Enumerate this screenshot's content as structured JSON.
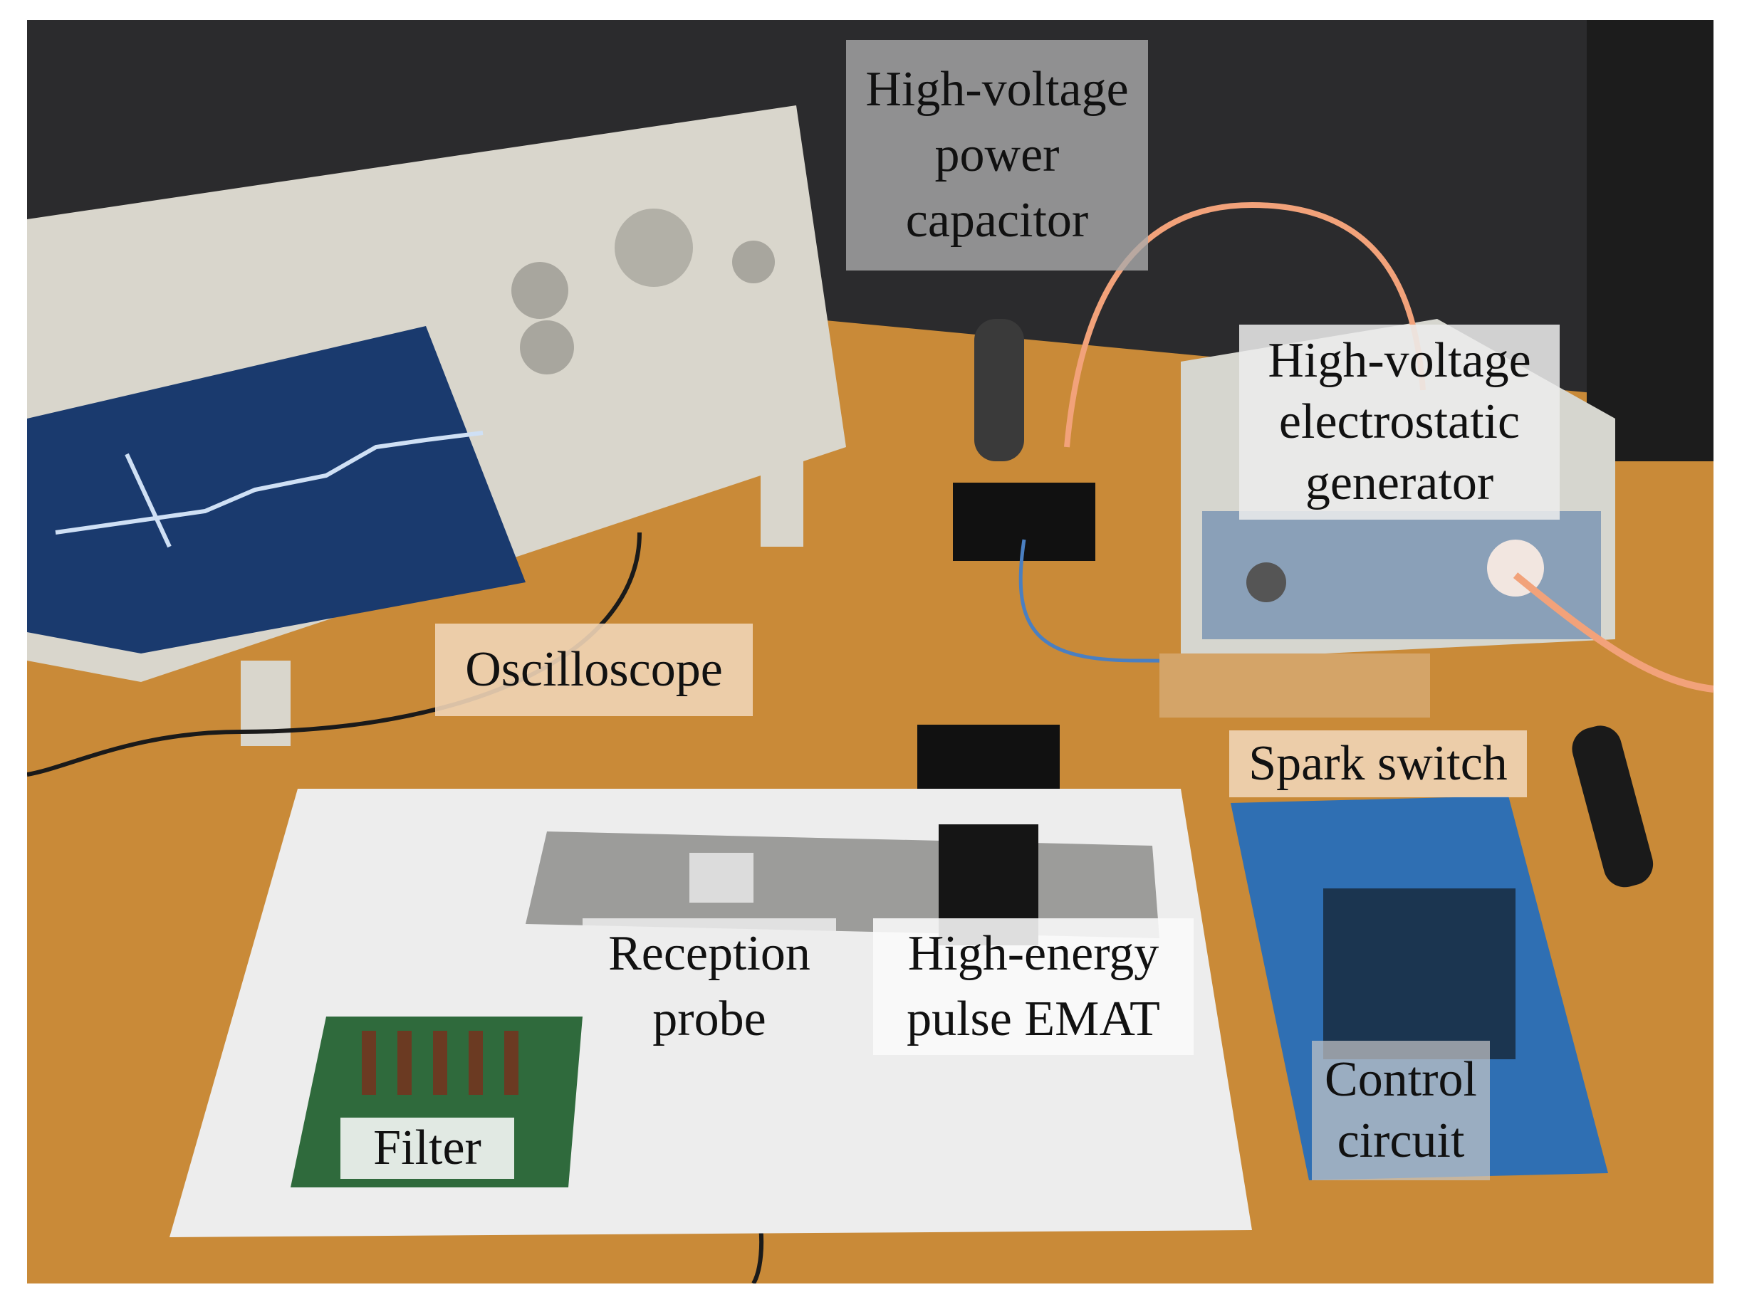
{
  "labels": {
    "hv_capacitor": [
      "High-voltage",
      "power",
      "capacitor"
    ],
    "hv_generator": [
      "High-voltage",
      "electrostatic",
      "generator"
    ],
    "oscilloscope": "Oscilloscope",
    "spark_switch": "Spark switch",
    "reception_probe": [
      "Reception",
      "probe"
    ],
    "emat": [
      "High-energy",
      "pulse EMAT"
    ],
    "control_circuit": [
      "Control",
      "circuit"
    ],
    "filter": "Filter"
  },
  "colors": {
    "wall": "#2b2b2d",
    "table": "#c98a38",
    "foam": "#ededed",
    "plate": "#9c9c9a",
    "scope_body": "#d9d6cc",
    "scope_screen": "#1a3a6e",
    "board_blue": "#2f6fb3",
    "pcb_green": "#2f6a3c",
    "generator_body": "#d6d6cf",
    "cable_orange": "#f2a27a",
    "cable_black": "#1a1a1a"
  }
}
